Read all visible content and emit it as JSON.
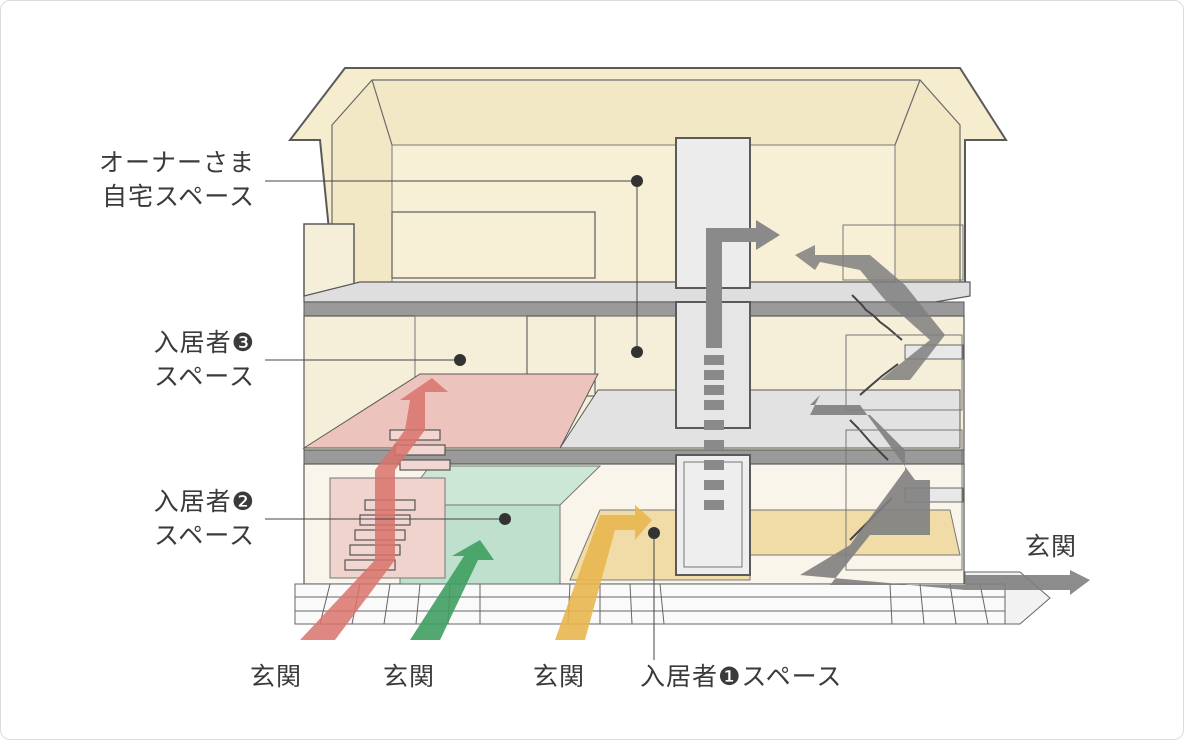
{
  "labels": {
    "owner_line1": "オーナーさま",
    "owner_line2": "自宅スペース",
    "res3_line1": "入居者❸",
    "res3_line2": "スペース",
    "res2_line1": "入居者❷",
    "res2_line2": "スペース",
    "res1": "入居者❶スペース",
    "entrance_red": "玄関",
    "entrance_green": "玄関",
    "entrance_yellow": "玄関",
    "entrance_gray": "玄関"
  },
  "colors": {
    "attic": "#f6edcf",
    "floor2_wall": "#f5eed8",
    "red_zone": "#ecc3bd",
    "red_arrow": "#d9736c",
    "green_zone": "#bfe0cc",
    "green_arrow": "#3f9f61",
    "yellow_zone": "#f1dca8",
    "yellow_arrow": "#e8b64f",
    "gray_arrow": "#7f7f7f",
    "slab": "#9a9a9a",
    "line": "#5a5a5a"
  }
}
